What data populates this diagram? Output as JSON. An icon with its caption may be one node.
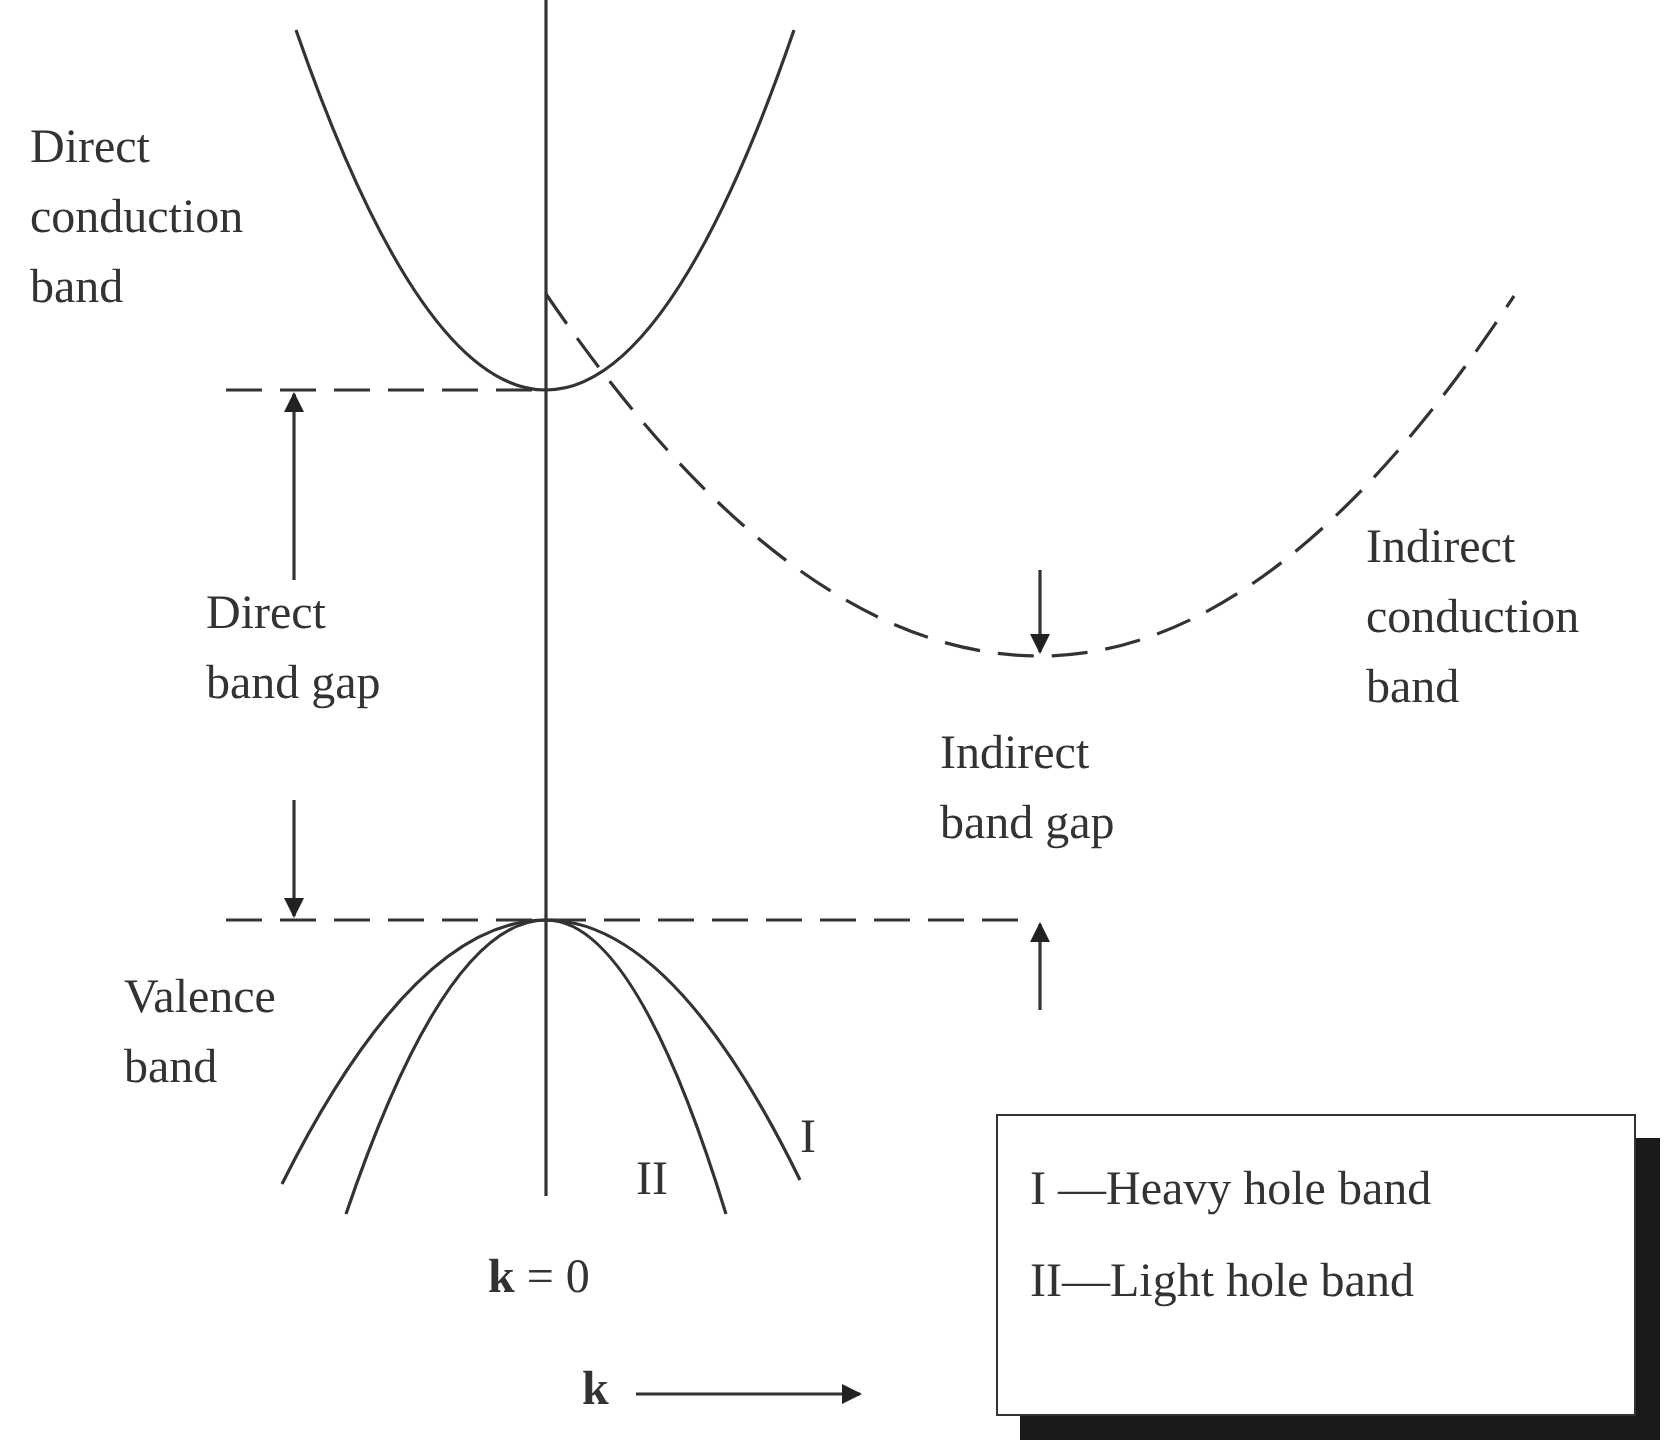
{
  "diagram": {
    "nodes": [
      {
        "text": [
          "I —Heavy hole band",
          "II—Light hole band"
        ]
      }
    ],
    "labels": [
      "Direct conduction band",
      "Direct band gap",
      "Indirect conduction band",
      "Indirect band gap",
      "Valence band",
      "I",
      "II",
      "**k** = 0",
      "k"
    ]
  }
}
